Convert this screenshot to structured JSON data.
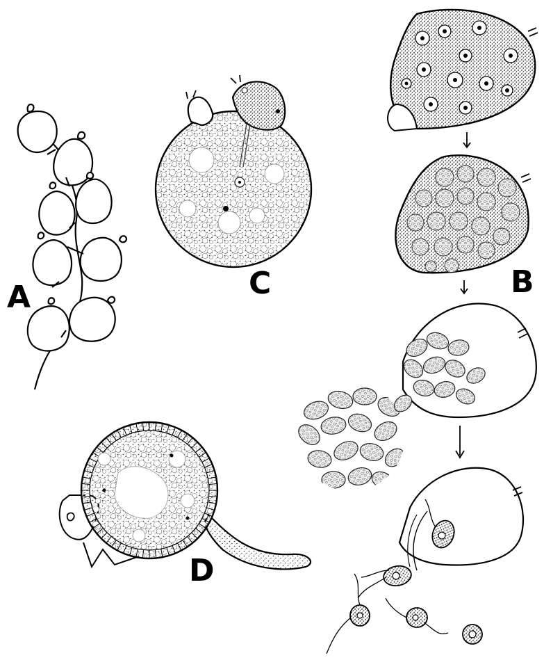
{
  "figure": {
    "panels": [
      {
        "id": "A",
        "label": "A"
      },
      {
        "id": "B",
        "label": "B"
      },
      {
        "id": "C",
        "label": "C"
      },
      {
        "id": "D",
        "label": "D"
      }
    ],
    "colors": {
      "ink": "#000000",
      "paper": "#ffffff",
      "stipple": "#333333"
    }
  }
}
